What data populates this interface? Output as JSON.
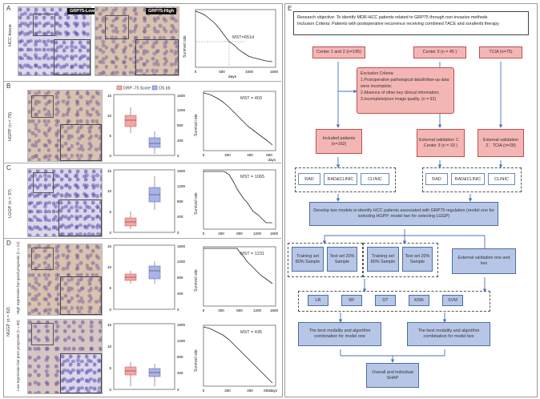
{
  "panels": {
    "A": {
      "label": "A",
      "side_label": "HCC tissue",
      "badge_low": "GRP75-Low",
      "badge_high": "GRP75-High",
      "km_mst": "MST=651d",
      "km_ylabel": "Survival rate",
      "km_xlabel": "days",
      "km_xticks": [
        "0",
        "500",
        "1000",
        "1500"
      ]
    },
    "B": {
      "label": "B",
      "side_label": "HGPP (n = 76)",
      "legend_score": "GRP -75 Score",
      "legend_os": "OS (d)",
      "box_left_ticks": [
        "0",
        "5",
        "10",
        "15"
      ],
      "box_right_ticks": [
        "0",
        "400",
        "800",
        "1200",
        "1600"
      ],
      "km_mst": "MST = 403",
      "km_ylabel": "Survival rate",
      "km_xlabel": "days",
      "km_xticks": [
        "0",
        "200",
        "400",
        "600"
      ]
    },
    "C": {
      "label": "C",
      "side_label": "LGGP (n = 37)",
      "box_left_ticks": [
        "0",
        "5",
        "10",
        "15"
      ],
      "box_right_ticks": [
        "0",
        "400",
        "800",
        "1200",
        "1600"
      ],
      "km_mst": "MST = 1065",
      "km_ylabel": "Survival rate",
      "km_xticks": [
        "0",
        "400",
        "800",
        "1200",
        "1600"
      ]
    },
    "D": {
      "label": "D",
      "side_label_top": "High expression but good prognosis (n = 22)",
      "side_label_group": "NGGP (n = 82)",
      "side_label_bottom": "Low expression but poor prognosis (n = 60)",
      "box_left_ticks": [
        "0",
        "5",
        "10",
        "15"
      ],
      "box_right_ticks": [
        "0",
        "400",
        "800",
        "1200",
        "1600"
      ],
      "km1_mst": "MST = 1231",
      "km1_xticks": [
        "0",
        "400",
        "800",
        "1200",
        "1600"
      ],
      "km1_ylabel": "Survival rate",
      "km2_mst": "MST = 435",
      "km2_xticks": [
        "0",
        "200",
        "400",
        "600"
      ],
      "km2_xlabel": "days",
      "km2_ylabel": "Survival rate"
    },
    "E": {
      "label": "E"
    }
  },
  "flowchart": {
    "objective": "Research objective: To identify MDR-HCC patients related to GRP75 through non-invasive methods",
    "criteria": "Inclusion Criteria: Patients with postoperative recurrence receiving combined TACE and sorafenib therapy",
    "center12": "Center 1 and 2 (n=195)",
    "center3": "Center 3 (n = 45 )",
    "tcia": "TCIA (n=75)",
    "exclusion_title": "Exclusion Criteria:",
    "exclusion_1": "1.Postoperative pathological data/follow-up data were incomplete;",
    "exclusion_2": "2.Absence of other key clinical information;",
    "exclusion_3": "3.Incomplete/poor image quality.  (n = 92)",
    "included": "Included patients (n=162)",
    "ext1": "External validation 1：Center 3 (n = 33 )",
    "ext2": "External validation 2：TCIA (n=28)",
    "rad": "RAD",
    "radclinic": "RAD&CLINIC",
    "clinic": "CLINIC",
    "develop": "Develop two models to identify HCC patients associated with GRP75 regulation (model one for selecting HGPP; model two for selecting LGGP)",
    "train_a": "Training set 80% Sample",
    "test_a": "Test set 20% Sample",
    "train_b": "Training set 80% Sample",
    "test_b": "Test set 20% Sample",
    "ext_both": "External validation one and two",
    "algos": [
      "LR",
      "RF",
      "DT",
      "KNN",
      "SVM"
    ],
    "best1": "The best modality and algorithm combination for model one",
    "best2": "The best modality and algorithm combination for model two",
    "shap": "Overall and individual SHAP"
  },
  "colors": {
    "score_box": "#f4a5a5",
    "os_box": "#aab3e6",
    "flow_red": "#f4b6b5",
    "flow_blue": "#b7c6e6"
  }
}
